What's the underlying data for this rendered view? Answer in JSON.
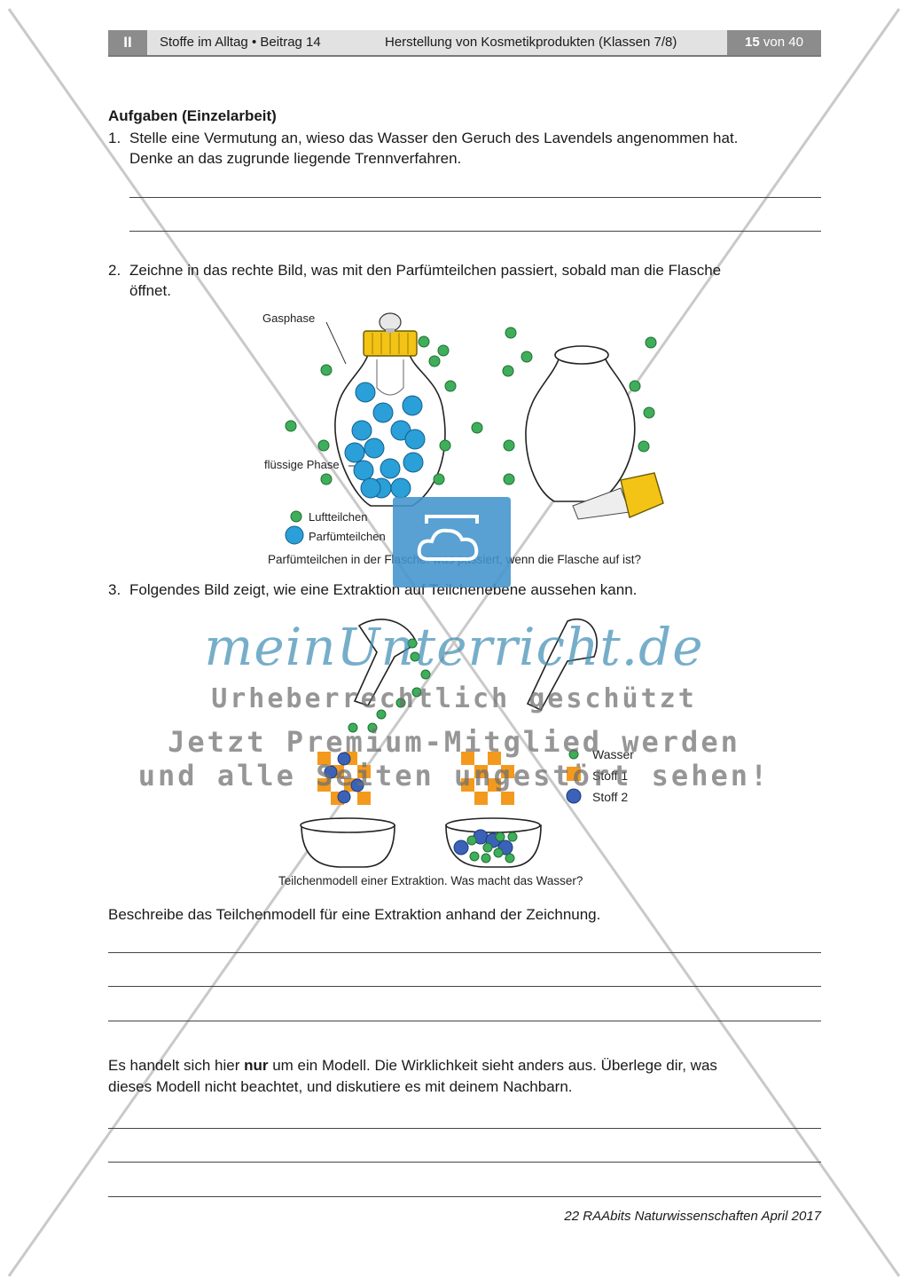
{
  "header": {
    "roman": "II",
    "series": "Stoffe im Alltag • Beitrag 14",
    "title": "Herstellung von Kosmetikprodukten (Klassen 7/8)",
    "page_current": "15",
    "page_rest": " von 40"
  },
  "section": {
    "heading": "Aufgaben (Einzelarbeit)"
  },
  "task1": {
    "number": "1.",
    "line1": "Stelle eine Vermutung an, wieso das Wasser den Geruch des Lavendels angenommen hat.",
    "line2": "Denke an das zugrunde liegende Trennverfahren."
  },
  "task2": {
    "number": "2.",
    "line1": "Zeichne in das rechte Bild, was mit den Parfümteilchen passiert, sobald man die Flasche",
    "line2": "öffnet.",
    "label_gas": "Gasphase",
    "label_liquid": "flüssige Phase",
    "legend_air": "Luftteilchen",
    "legend_perfume": "Parfümteilchen",
    "caption": "Parfümteilchen in der Flasche: was passiert, wenn die Flasche auf ist?"
  },
  "task3": {
    "number": "3.",
    "line1": "Folgendes Bild zeigt, wie eine Extraktion auf Teilchenebene aussehen kann.",
    "legend_water": "Wasser",
    "legend_stoff1": "Stoff 1",
    "legend_stoff2": "Stoff 2",
    "caption": "Teilchenmodell einer Extraktion. Was macht das Wasser?",
    "describe": "Beschreibe das Teilchenmodell für eine Extraktion anhand der Zeichnung."
  },
  "model": {
    "part1": "Es handelt sich hier ",
    "bold": "nur",
    "part2": " um ein Modell. Die Wirklichkeit sieht anders aus. Überlege dir, was",
    "line2": "dieses Modell nicht beachtet, und diskutiere es mit deinem Nachbarn."
  },
  "footer": {
    "text": "22 RAAbits Naturwissenschaften April 2017"
  },
  "watermark": {
    "logo": "meinUnterricht.de",
    "line1": "Urheberrechtlich geschützt",
    "line2": "Jetzt Premium-Mitglied werden",
    "line3": "und alle Seiten ungestört sehen!"
  },
  "colors": {
    "air_particle": "#3fae5a",
    "perfume_particle": "#2a9fd8",
    "cap": "#f3c316",
    "stoff1": "#f39a1e",
    "stoff2": "#3a62b8",
    "watermark_blue": "#4293cd"
  }
}
